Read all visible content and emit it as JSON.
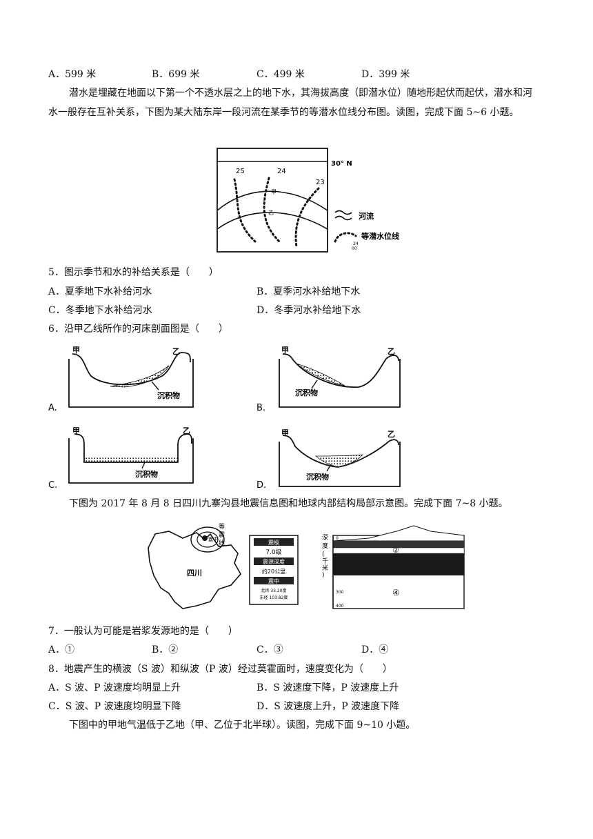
{
  "q4_options": [
    "A．599 米",
    "B．699 米",
    "C．499 米",
    "D．399 米"
  ],
  "intro_5_6": "潜水是埋藏在地面以下第一个不透水层之上的地下水，其海拔高度（即潜水位）随地形起伏而起伏，潜水和河水一般存在互补关系，下图为某大陆东岸一段河流在某季节的等潜水位线分布图。读图，完成下面 5~6 小题。",
  "fig1": {
    "lat_label": "30° N",
    "contours": [
      "25",
      "24",
      "23"
    ],
    "point_jia": "甲",
    "point_yi": "乙",
    "legend_river": "河流",
    "legend_contour": "等潜水位线",
    "legend_sample": "24",
    "legend_sample2": "00"
  },
  "q5": {
    "stem": "5．图示季节和水的补给关系是（　　）",
    "options": [
      "A．夏季地下水补给河水",
      "B．夏季河水补给地下水",
      "C．冬季地下水补给河水",
      "D．冬季河水补给地下水"
    ]
  },
  "q6": {
    "stem": "6．沿甲乙线所作的河床剖面图是（　　）",
    "labels": [
      "A.",
      "B.",
      "C.",
      "D."
    ],
    "jia": "甲",
    "yi": "乙",
    "sediment": "沉积物"
  },
  "intro_7_8": "下图为 2017 年 8 月 8 日四川九寨沟县地震信息图和地球内部结构局部示意图。完成下面 7~8 小题。",
  "fig2": {
    "province": "四川",
    "epicenter": "震中",
    "isoseismal": [
      "等",
      "震",
      "线"
    ],
    "info": [
      "震级",
      "7.0级",
      "震源深度",
      "约20公里",
      "震中",
      "北纬 33.20度",
      "东经 103.82度"
    ],
    "depth_label": [
      "深",
      "度",
      "(",
      "千",
      "米",
      ")"
    ],
    "depth_ticks": [
      "0",
      "300",
      "400"
    ],
    "layers": [
      "②",
      "④"
    ]
  },
  "q7": {
    "stem": "7．一般认为可能是岩浆发源地的是（　　）",
    "options": [
      "A．①",
      "B．②",
      "C．③",
      "D．④"
    ]
  },
  "q8": {
    "stem": "8．地震产生的横波（S 波）和纵波（P 波）经过莫霍面时，速度变化为（　　）",
    "options": [
      "A．S 波、P 波速度均明显上升",
      "B．S 波速度下降，P 波速度上升",
      "C．S 波、P 波速度均明显下降",
      "D．S 波速度上升，P 波速度下降"
    ]
  },
  "intro_9_10": "下图中的甲地气温低于乙地（甲、乙位于北半球）。读图，完成下面 9~10 小题。"
}
